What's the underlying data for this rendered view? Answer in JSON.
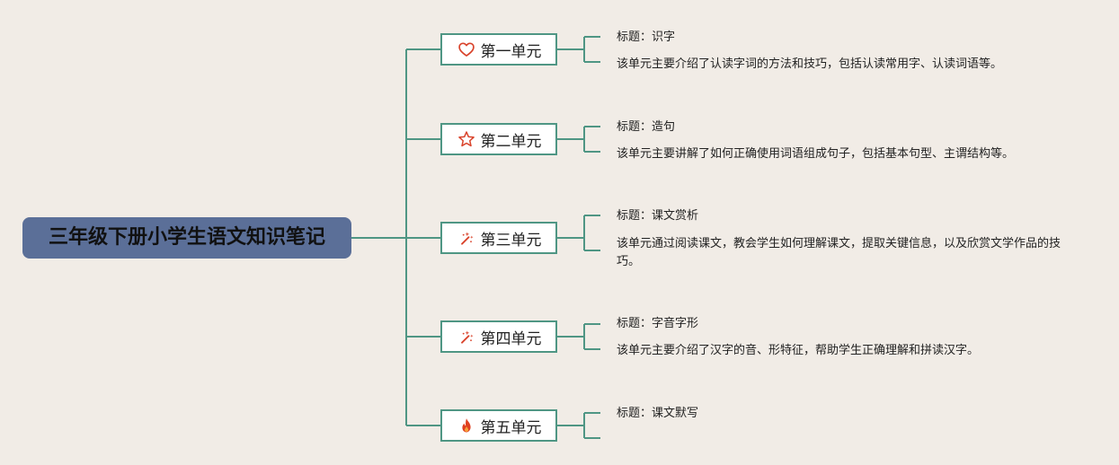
{
  "root": {
    "title": "三年级下册小学生语文知识笔记"
  },
  "units": [
    {
      "label": "第一单元",
      "icon": "heart-icon",
      "title_line": "标题：识字",
      "desc": "该单元主要介绍了认读字词的方法和技巧，包括认读常用字、认读词语等。"
    },
    {
      "label": "第二单元",
      "icon": "star-icon",
      "title_line": "标题：造句",
      "desc": "该单元主要讲解了如何正确使用词语组成句子，包括基本句型、主谓结构等。"
    },
    {
      "label": "第三单元",
      "icon": "magic-wand-icon",
      "title_line": "标题：课文赏析",
      "desc": "该单元通过阅读课文，教会学生如何理解课文，提取关键信息，以及欣赏文学作品的技巧。"
    },
    {
      "label": "第四单元",
      "icon": "magic-wand-icon",
      "title_line": "标题：字音字形",
      "desc": "该单元主要介绍了汉字的音、形特征，帮助学生正确理解和拼读汉字。"
    },
    {
      "label": "第五单元",
      "icon": "fire-icon",
      "title_line": "标题：课文默写",
      "desc": ""
    }
  ],
  "colors": {
    "background": "#f1ece6",
    "root_fill": "#5b6f98",
    "connector": "#4f9684",
    "icon_red": "#d9432b"
  }
}
